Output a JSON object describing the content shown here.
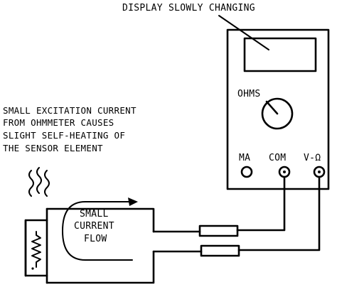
{
  "annotations": {
    "display_note": "DISPLAY SLOWLY CHANGING",
    "excitation_note": [
      "SMALL EXCITATION CURRENT",
      "FROM OHMMETER CAUSES",
      "SLIGHT SELF-HEATING OF",
      "THE SENSOR ELEMENT"
    ]
  },
  "meter": {
    "dial_label": "OHMS",
    "jacks": {
      "ma": "MA",
      "com": "COM",
      "v_ohm": "V-Ω"
    }
  },
  "sensor": {
    "flow_label": [
      "SMALL",
      "CURRENT",
      "FLOW"
    ]
  },
  "colors": {
    "ink": "#000000",
    "background": "#ffffff"
  },
  "icons": {
    "heat": "heat-waves-icon",
    "dial": "rotary-knob-icon",
    "resistor": "resistor-icon"
  }
}
